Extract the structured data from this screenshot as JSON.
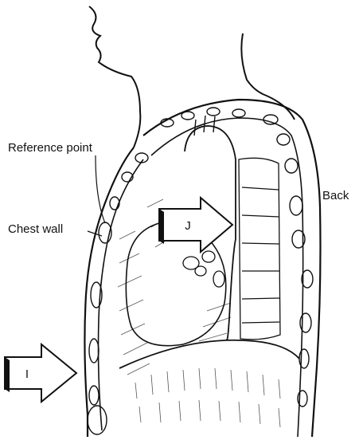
{
  "labels": {
    "reference_point": "Reference point",
    "chest_wall": "Chest wall",
    "back": "Back"
  },
  "arrows": {
    "i": "I",
    "j": "J"
  },
  "colors": {
    "ink": "#111111",
    "paper": "#ffffff",
    "hatch": "#555555"
  }
}
